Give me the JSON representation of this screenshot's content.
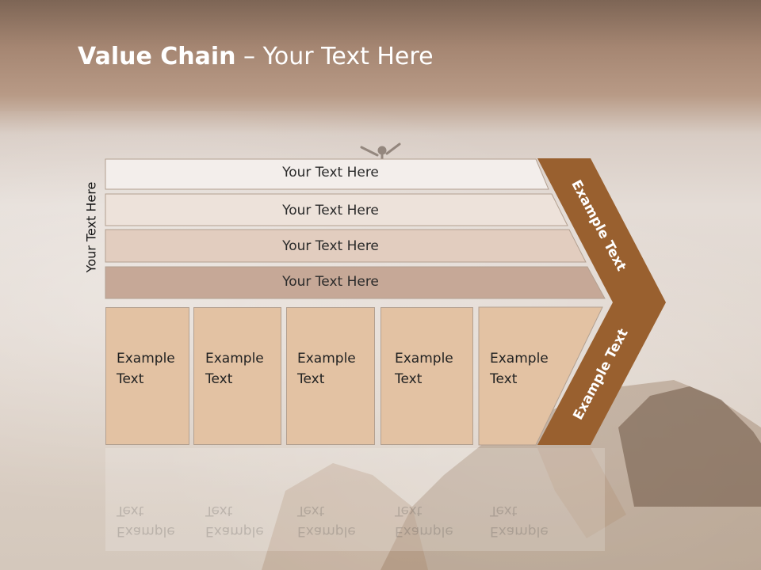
{
  "slide": {
    "title_bold": "Value Chain",
    "title_rest": " – Your Text Here",
    "side_label": "Your Text Here"
  },
  "rows": [
    {
      "label": "Your Text Here",
      "fill": "#f3eeeb"
    },
    {
      "label": "Your Text Here",
      "fill": "#ede2da"
    },
    {
      "label": "Your Text Here",
      "fill": "#e2cdbf"
    },
    {
      "label": "Your Text Here",
      "fill": "#c6a897"
    }
  ],
  "boxes": [
    {
      "line1": "Example",
      "line2": "Text"
    },
    {
      "line1": "Example",
      "line2": "Text"
    },
    {
      "line1": "Example",
      "line2": "Text"
    },
    {
      "line1": "Example",
      "line2": "Text"
    },
    {
      "line1": "Example",
      "line2": "Text"
    }
  ],
  "chevron": {
    "top_label": "Example Text",
    "bottom_label": "Example Text",
    "color": "#99602f"
  },
  "colors": {
    "box_fill": "#e3c2a3",
    "title_text": "#ffffff"
  }
}
